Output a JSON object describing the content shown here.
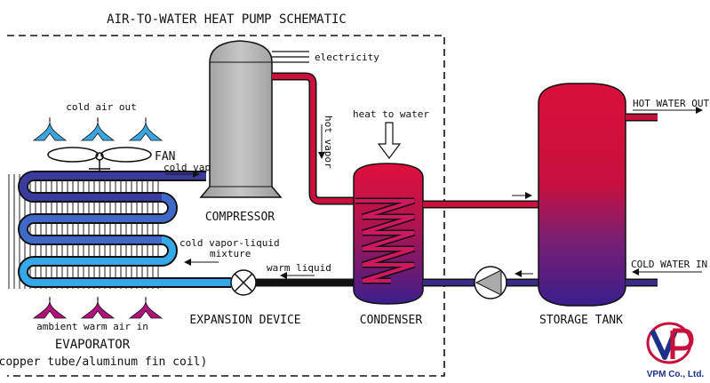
{
  "title": "AIR-TO-WATER HEAT PUMP SCHEMATIC",
  "labels": {
    "electricity": "electricity",
    "hot_vapor": "hot vapor",
    "heat_to_water": "heat to water",
    "hot_water_out": "HOT WATER OUT",
    "cold_air_out": "cold air out",
    "fan": "FAN",
    "cold_vapor": "cold vapor",
    "compressor": "COMPRESSOR",
    "cold_vapor_liquid": "cold vapor-liquid",
    "mixture": "mixture",
    "warm_liquid": "warm liquid",
    "cold_water_in": "COLD WATER IN",
    "ambient_air_in": "ambient warm air in",
    "evaporator": "EVAPORATOR",
    "evaporator_sub": "(copper tube/aluminum fin coil)",
    "expansion_device": "EXPANSION DEVICE",
    "condenser": "CONDENSER",
    "storage_tank": "STORAGE TANK"
  },
  "logo": {
    "company": "VPM Co., Ltd.",
    "initials": "VP"
  },
  "colors": {
    "hot": "#c8103c",
    "cold": "#35a8e8",
    "warm_cold_pipe": "#3a2a8a",
    "purple": "#5a2d8c",
    "compressor": "#b4b4b4",
    "air_out": "#3aa6dd",
    "air_in": "#b0127a"
  }
}
